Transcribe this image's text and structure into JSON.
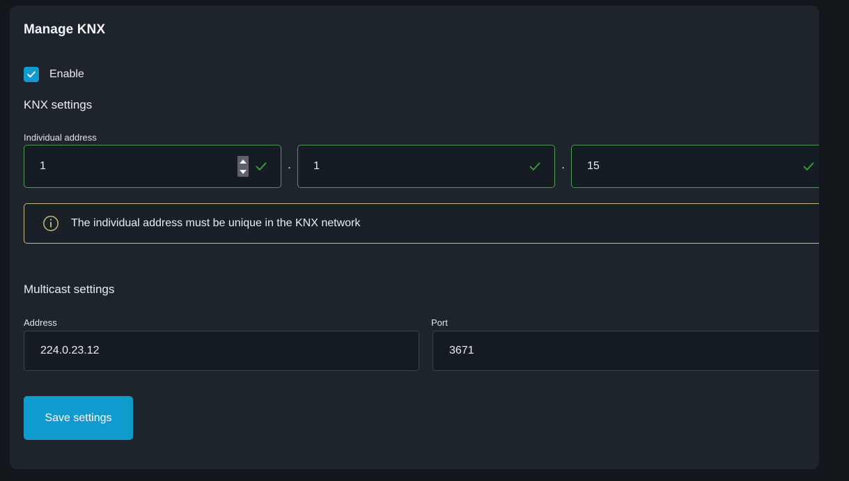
{
  "card": {
    "title": "Manage KNX"
  },
  "enable": {
    "label": "Enable",
    "checked": true,
    "icon": "check-icon"
  },
  "sections": {
    "knx": {
      "heading": "KNX settings"
    },
    "multicast": {
      "heading": "Multicast settings"
    }
  },
  "individual_address": {
    "label": "Individual address",
    "separator": ".",
    "parts": [
      {
        "value": "1",
        "valid": true,
        "has_spinner": true
      },
      {
        "value": "1",
        "valid": true,
        "has_spinner": false
      },
      {
        "value": "15",
        "valid": true,
        "has_spinner": false
      }
    ]
  },
  "info": {
    "icon": "info-circle-icon",
    "message": "The individual address must be unique in the KNX network"
  },
  "multicast_fields": {
    "address": {
      "label": "Address",
      "value": "224.0.23.12"
    },
    "port": {
      "label": "Port",
      "value": "3671"
    }
  },
  "actions": {
    "save_label": "Save settings"
  },
  "colors": {
    "page_background": "#13171c",
    "card_background": "#1e242c",
    "input_background": "#161c23",
    "accent_blue": "#0f9bcd",
    "valid_green": "#4f9d52",
    "info_border": "#c9b878",
    "text_primary": "#e9edf1"
  }
}
